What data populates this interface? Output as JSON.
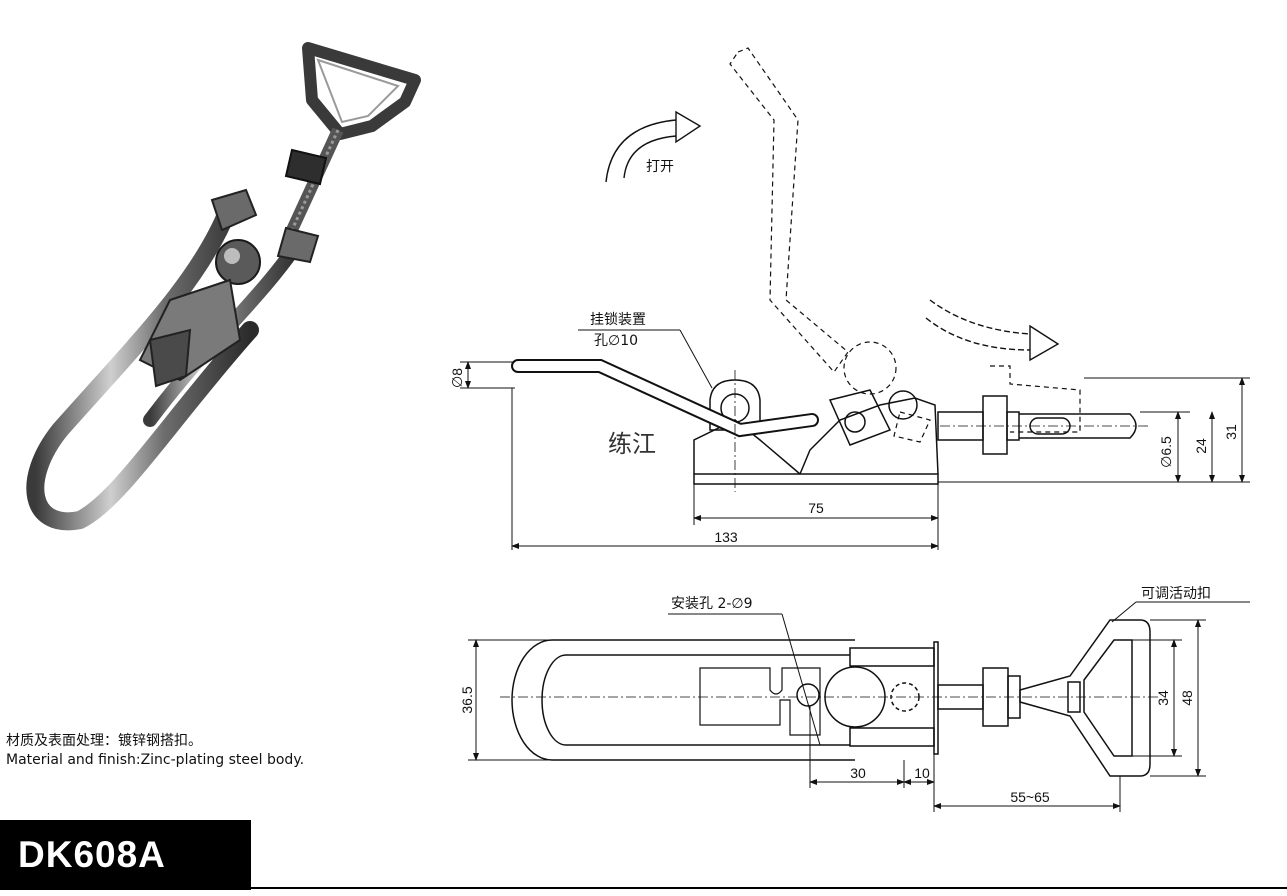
{
  "product": {
    "model": "DK608A",
    "material_cn": "材质及表面处理：镀锌钢搭扣。",
    "material_en": "Material and finish:Zinc-plating steel body."
  },
  "side_view": {
    "open_label": "打开",
    "lock_label": "挂锁装置",
    "lock_hole_label": "孔∅10",
    "watermark": "练江",
    "dims": {
      "handle_dia": "∅8",
      "rod_dia": "∅6.5",
      "height_24": "24",
      "height_31": "31",
      "length_75": "75",
      "length_133": "133"
    }
  },
  "top_view": {
    "mount_hole_label": "安装孔 2-∅9",
    "adjustable_label": "可调活动扣",
    "dims": {
      "width_36_5": "36.5",
      "width_34": "34",
      "width_48": "48",
      "len_30": "30",
      "len_10": "10",
      "len_55_65": "55~65"
    }
  }
}
